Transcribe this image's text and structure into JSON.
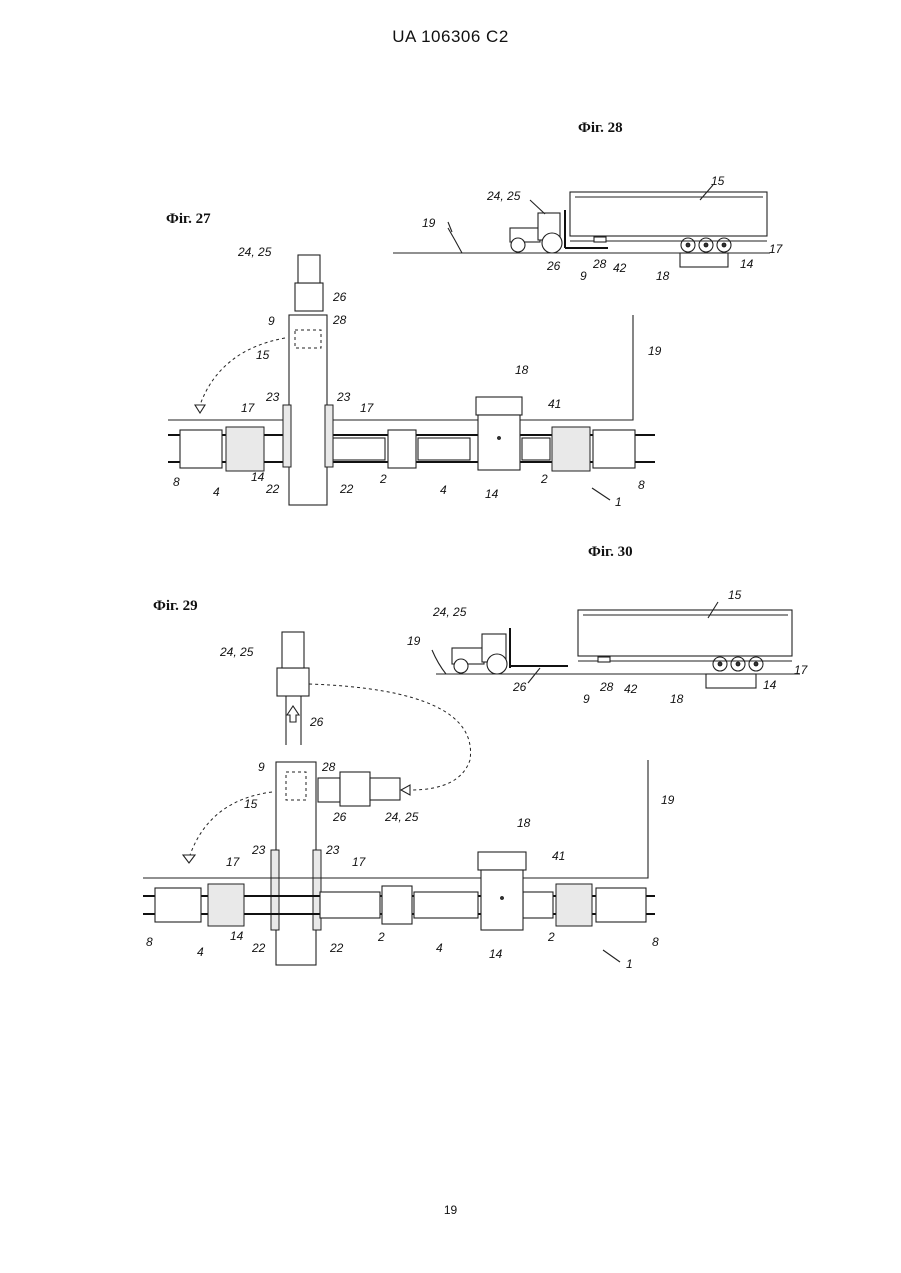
{
  "header": {
    "title": "UA   106306   C2"
  },
  "footer": {
    "page_number": "19"
  },
  "figures": {
    "fig27": {
      "caption": "Фіг. 27"
    },
    "fig28": {
      "caption": "Фіг. 28"
    },
    "fig29": {
      "caption": "Фіг. 29"
    },
    "fig30": {
      "caption": "Фіг. 30"
    }
  },
  "labels": {
    "truck": "24, 25",
    "n26": "26",
    "n9": "9",
    "n28": "28",
    "n15": "15",
    "n17": "17",
    "n23": "23",
    "n14": "14",
    "n22": "22",
    "n2": "2",
    "n4": "4",
    "n8": "8",
    "n18": "18",
    "n41": "41",
    "n19": "19",
    "n1": "1",
    "n42": "42"
  }
}
